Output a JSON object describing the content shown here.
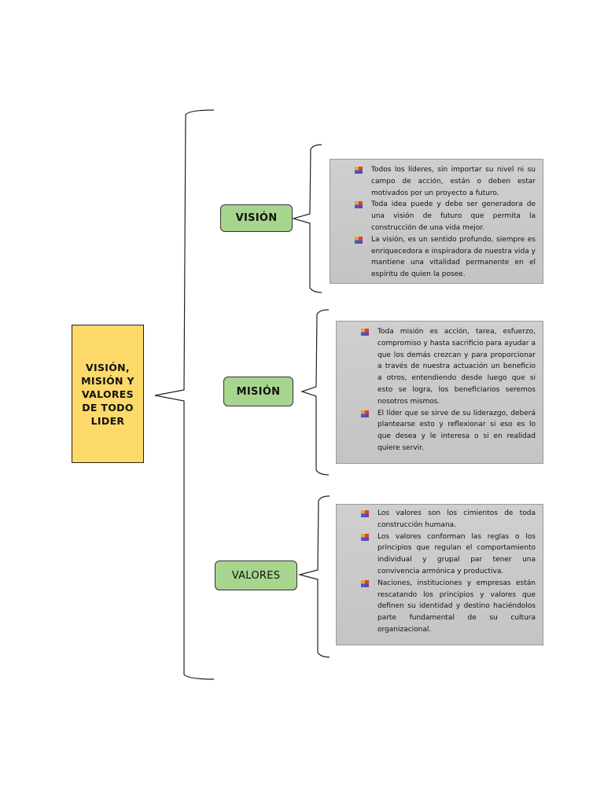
{
  "root": {
    "title": "VISIÓN, MISIÓN Y VALORES DE TODO LIDER"
  },
  "branches": [
    {
      "label": "VISIÓN",
      "items": [
        "Todos los líderes, sin importar su nivel ni su campo de acción, están o deben estar motivados por un proyecto a futuro.",
        "Toda idea puede y debe ser generadora de una visión de futuro que permita la construcción de una vida mejor.",
        "La visión, es un sentido profundo, siempre es enriquecedora e inspiradora de nuestra vida y mantiene una vitalidad permanente en el espíritu de quien la posee."
      ]
    },
    {
      "label": "MISIÓN",
      "items": [
        "Toda misión es acción, tarea, esfuerzo, compromiso y hasta sacrificio para ayudar a que los demás crezcan y para proporcionar a través de nuestra actuación un beneficio a otros, entendiendo desde luego que si esto se logra, los beneficiarios seremos nosotros mismos.",
        "El líder que se sirve de su liderazgo, deberá plantearse esto y reflexionar si eso es lo que desea y le interesa o si en realidad quiere servir."
      ]
    },
    {
      "label": "VALORES",
      "items": [
        "Los valores son los cimientos de toda construcción humana.",
        "Los valores conforman las reglas o los principios que regulan el comportamiento individual y grupal par tener una convivencia armónica y productiva.",
        "Naciones, instituciones y empresas están rescatando los principios y valores que definen su identidad y destino haciéndolos parte fundamental de su cultura organizacional."
      ]
    }
  ],
  "colors": {
    "root_fill": "#fdd96a",
    "node_fill": "#a8d58e",
    "info_fill": "#c9c9c9",
    "line": "#222222"
  },
  "icons": {
    "bullet": "multicolor-square-bullet-icon"
  }
}
